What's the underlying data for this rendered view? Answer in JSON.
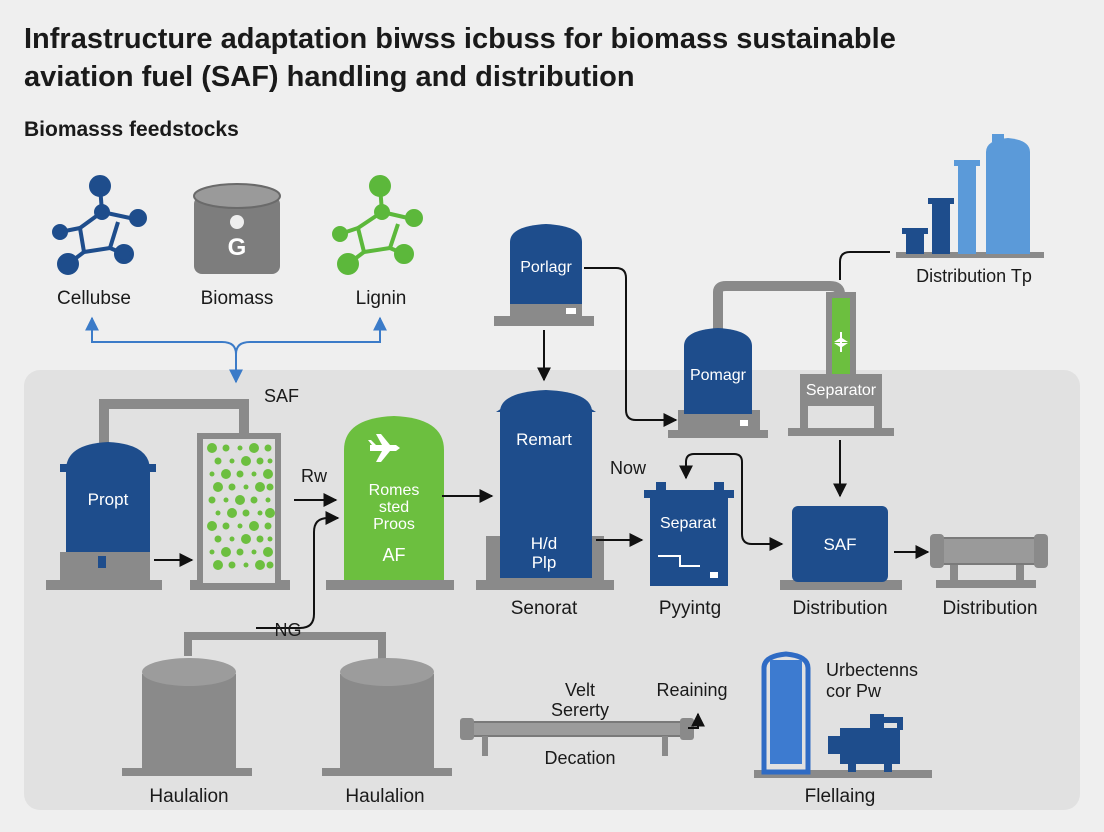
{
  "title_lines": [
    "Infrastructure adaptation biwss icbuss for biomass sustainable",
    "aviation fuel (SAF) handling and distribution"
  ],
  "section_title": "Biomasss feedstocks",
  "feedstocks": [
    {
      "label": "Cellubse",
      "icon": "molecule-icon",
      "color": "#1e4d8c"
    },
    {
      "label": "Biomass",
      "icon": "biomass-drum-icon",
      "badge": "G",
      "color": "#777777"
    },
    {
      "label": "Lignin",
      "icon": "molecule-icon",
      "color": "#5cb83b"
    }
  ],
  "labels": {
    "saf_top": "SAF",
    "propt": "Propt",
    "rw": "Rw",
    "green_reactor_lines": [
      "Romes",
      "sted",
      "Proos"
    ],
    "green_reactor_af": "AF",
    "ng": "NG",
    "remart": "Remart",
    "hd_plp_lines": [
      "H/d",
      "Plp"
    ],
    "senorat": "Senorat",
    "porlagr": "Porlagr",
    "pomagr": "Pomagr",
    "separator": "Separator",
    "distribution_tp": "Distribution Tp",
    "now": "Now",
    "separat": "Separat",
    "pyyintg": "Pyyintg",
    "saf_tank": "SAF",
    "distribution_1": "Distribution",
    "distribution_2": "Distribution",
    "haulalion_1": "Haulalion",
    "haulalion_2": "Haulalion",
    "velt": "Velt",
    "sererty": "Sererty",
    "reaining": "Reaining",
    "decation": "Decation",
    "urbectenns_lines": [
      "Urbectenns",
      "cor Pw"
    ],
    "flellaing": "Flellaing"
  },
  "colors": {
    "navy": "#1e4d8c",
    "green": "#6cbf3f",
    "gray": "#8a8a8a",
    "light_blue": "#5b9ad9",
    "arrow_blue": "#3b7bc8"
  }
}
